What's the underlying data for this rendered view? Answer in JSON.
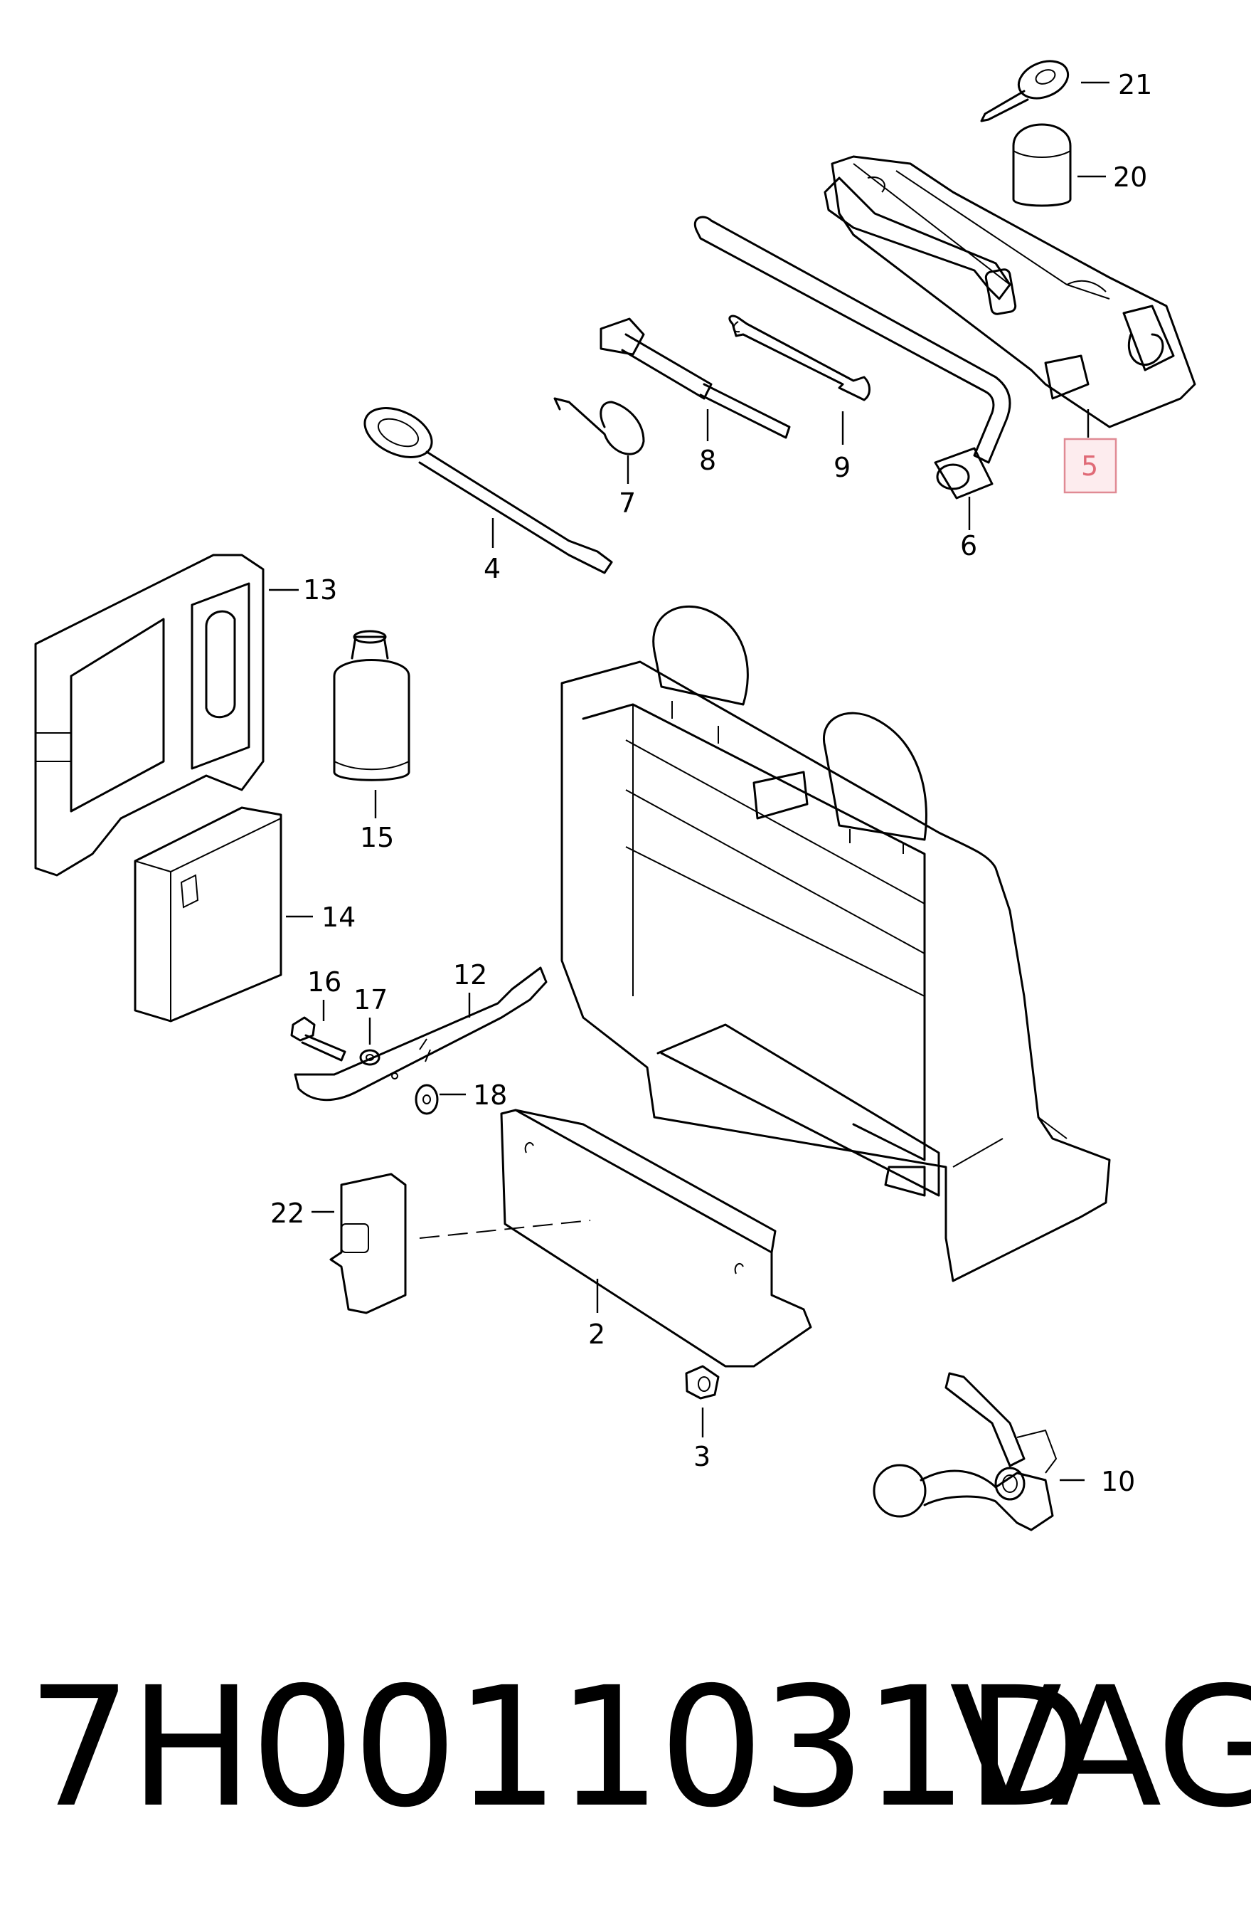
{
  "callouts": {
    "c2": "2",
    "c3": "3",
    "c4": "4",
    "c5": "5",
    "c6": "6",
    "c7": "7",
    "c8": "8",
    "c9": "9",
    "c10": "10",
    "c12": "12",
    "c13": "13",
    "c14": "14",
    "c15": "15",
    "c16": "16",
    "c17": "17",
    "c18": "18",
    "c20": "20",
    "c21": "21",
    "c22": "22"
  },
  "highlighted_callout": "5",
  "highlight_color": "#e06a76",
  "footer": {
    "part_number": "7H0011031D",
    "brand": "VAG"
  }
}
